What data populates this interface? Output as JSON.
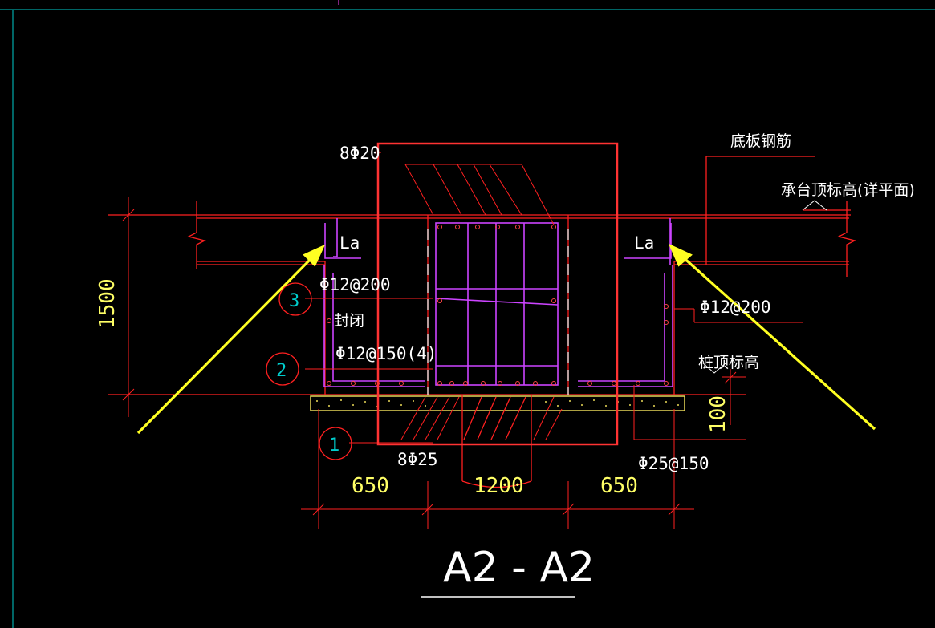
{
  "title": "A2 - A2",
  "labels": {
    "top_bars": "8Φ20",
    "bottom_bars": "8Φ25",
    "la_left": "La",
    "la_right": "La",
    "stirrup_top": "Φ12@200",
    "closed": "封闭",
    "stirrup_4leg": "Φ12@150(4)",
    "side_bars_right": "Φ12@200",
    "base_bars": "Φ25@150",
    "slab_rebar": "底板钢筋",
    "cap_top_elev": "承台顶标高(详平面)",
    "pile_top_elev": "桩顶标高"
  },
  "markers": {
    "m1": "1",
    "m2": "2",
    "m3": "3"
  },
  "dimensions": {
    "height_total": "1500",
    "cushion": "100",
    "left_width": "650",
    "center_width": "1200",
    "right_width": "650"
  },
  "colors": {
    "background": "#000000",
    "concrete_red": "#ff2020",
    "rebar_magenta": "#cc44ff",
    "highlight_box": "#ff3333",
    "arrow_yellow": "#ffff22",
    "cushion_yellow": "#e8d858",
    "text_white": "#ffffff",
    "dim_yellow": "#ffff66",
    "frame_cyan": "#00cccc"
  }
}
